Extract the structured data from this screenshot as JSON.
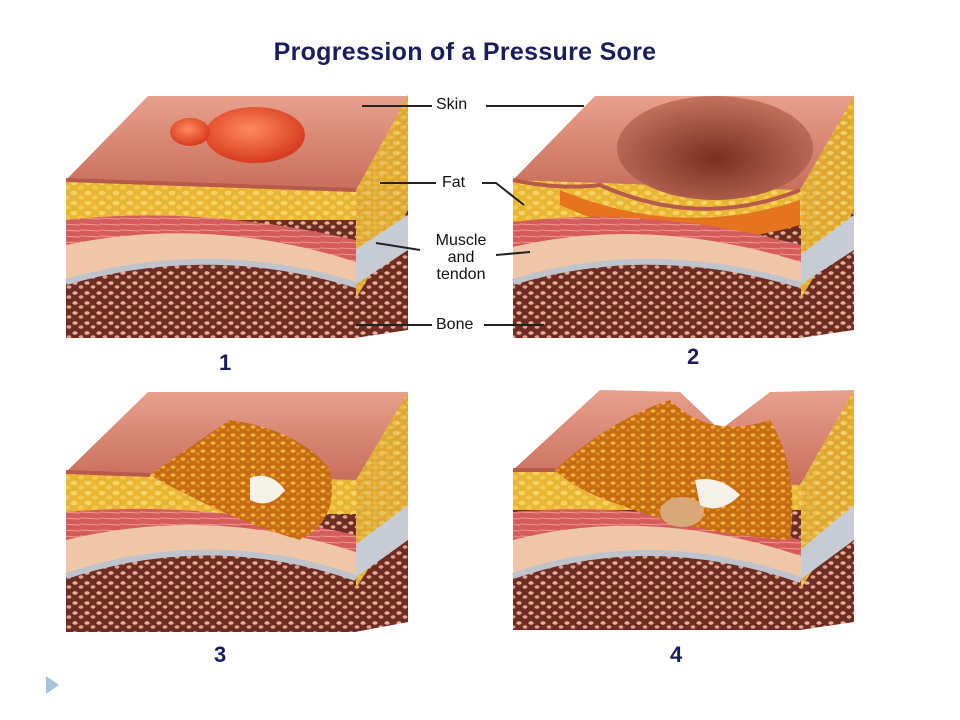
{
  "title": "Progression of a Pressure Sore",
  "labels": {
    "skin": "Skin",
    "fat": "Fat",
    "muscle_line1": "Muscle",
    "muscle_line2": "and",
    "muscle_line3": "tendon",
    "bone": "Bone"
  },
  "stages": [
    {
      "number": "1"
    },
    {
      "number": "2"
    },
    {
      "number": "3"
    },
    {
      "number": "4"
    }
  ],
  "colors": {
    "title": "#1a1f5c",
    "skin": "#d9826c",
    "fat": "#e8b838",
    "muscle": "#d46060",
    "tendon": "#bfc4cc",
    "bone": "#7a3a2a",
    "wound": "#8c2a1c"
  }
}
